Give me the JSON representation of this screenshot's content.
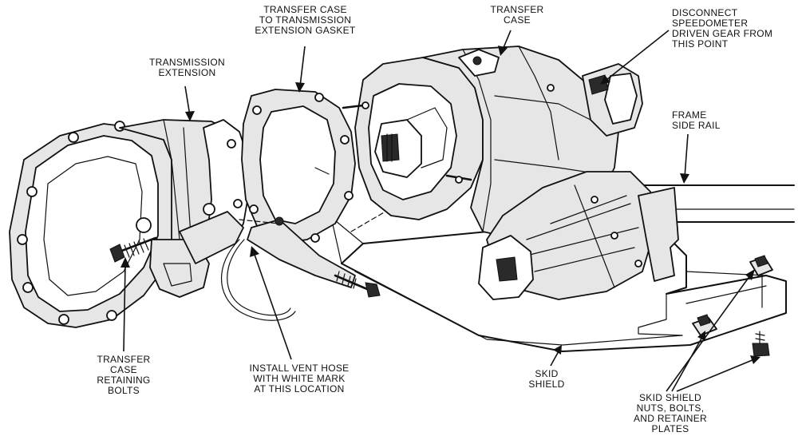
{
  "callouts": {
    "transmission_extension": [
      "TRANSMISSION",
      "EXTENSION"
    ],
    "gasket": [
      "TRANSFER CASE",
      "TO TRANSMISSION",
      "EXTENSION GASKET"
    ],
    "transfer_case": [
      "TRANSFER",
      "CASE"
    ],
    "speedometer": [
      "DISCONNECT",
      "SPEEDOMETER",
      "DRIVEN GEAR FROM",
      "THIS POINT"
    ],
    "frame_side_rail": [
      "FRAME",
      "SIDE RAIL"
    ],
    "retaining_bolts": [
      "TRANSFER",
      "CASE",
      "RETAINING",
      "BOLTS"
    ],
    "vent_hose": [
      "INSTALL VENT HOSE",
      "WITH WHITE MARK",
      "AT THIS LOCATION"
    ],
    "skid_shield": [
      "SKID",
      "SHIELD"
    ],
    "skid_hardware": [
      "SKID SHIELD",
      "NUTS, BOLTS,",
      "AND RETAINER",
      "PLATES"
    ]
  }
}
